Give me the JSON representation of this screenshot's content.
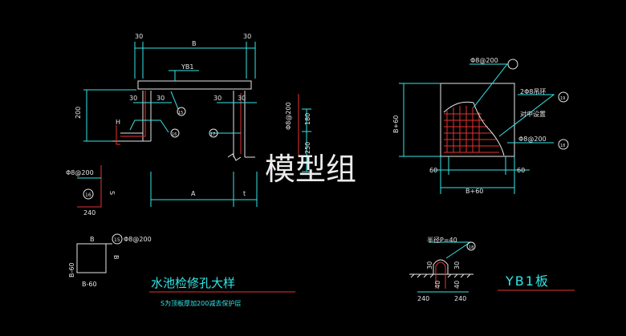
{
  "watermark": "模型组",
  "colors": {
    "background": "#000000",
    "outline": "#e6e6e6",
    "dimension": "#33e6e6",
    "rebar": "#e63232",
    "leader": "#33e6e6"
  },
  "section": {
    "dim_left_30": "30",
    "dim_B": "B",
    "dim_right_30": "30",
    "slab_label": "YB1",
    "dim_200": "200",
    "dim_30_a": "30",
    "dim_30_b": "30",
    "dim_30_c": "30",
    "dim_30_d": "30",
    "label_H": "H",
    "bubble_15": "15",
    "bubble_16": "16",
    "bubble_17": "17",
    "rebar_vert": "Φ8@200",
    "dim_180": "180",
    "dim_250": "250",
    "dim_A": "A",
    "dim_t": "t"
  },
  "detail_16": {
    "spec": "Φ8@200",
    "bubble": "16",
    "dim_S": "S",
    "dim_240": "240"
  },
  "detail_15": {
    "dim_B_top": "B",
    "bubble": "15",
    "spec": "Φ8@200",
    "dim_B60_left": "B-60",
    "dim_B_right": "B",
    "dim_B60_bottom": "B-60"
  },
  "title_block": {
    "title": "水池检修孔大样",
    "note": "S为顶板厚加200减去保护层"
  },
  "plan": {
    "top_spec": "Φ8@200",
    "ring_spec": "2Φ8吊环",
    "ring_note": "对中设置",
    "bottom_spec": "Φ8@200",
    "dim_B60_left": "B+60",
    "dim_60_left": "60",
    "dim_60_right": "60",
    "dim_B60_bottom": "B+60",
    "bubble_19": "19",
    "bubble_18": "18"
  },
  "hook": {
    "label": "半径P=40",
    "bubble": "18",
    "dim_30_l": "30",
    "dim_30_r": "30",
    "dim_40_l": "40",
    "dim_40_r": "40",
    "dim_240_l": "240",
    "dim_240_r": "240"
  },
  "yb1_title": "YB1板"
}
